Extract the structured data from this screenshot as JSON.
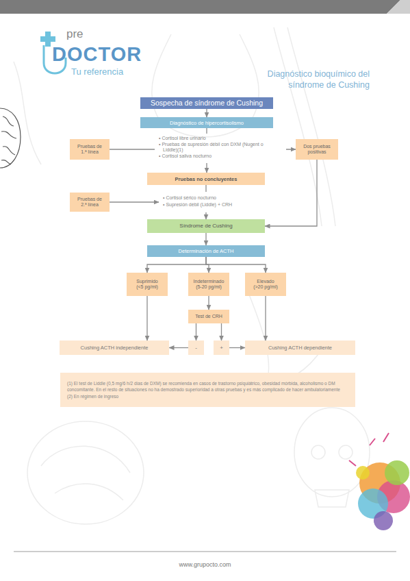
{
  "diagram": {
    "title": "Diagnóstico bioquímico del síndrome de Cushing",
    "nodes": [
      {
        "text": [
          "Sospecha de síndrome de Cushing"
        ]
      },
      {
        "text": [
          "Diagnóstico de hipercortisolismo"
        ]
      },
      {
        "text": [
          "Pruebas de 1.ª línea"
        ]
      },
      {
        "text": [
          "Dos pruebas positivas"
        ]
      },
      {
        "text": [
          "Pruebas no concluyentes"
        ]
      },
      {
        "text": [
          "Pruebas de 2.ª línea"
        ]
      },
      {
        "text": [
          "Síndrome de Cushing"
        ]
      },
      {
        "text": [
          "Determinación de ACTH"
        ]
      },
      {
        "text": [
          "Suprimido (<5 pg/ml)"
        ]
      },
      {
        "text": [
          "Indeterminado (5-20 pg/ml)"
        ]
      },
      {
        "text": [
          "Elevado (>20 pg/ml)"
        ]
      },
      {
        "text": [
          "Test de CRH"
        ]
      },
      {
        "text": [
          "Cushing ACTH independiente"
        ]
      },
      {
        "text": [
          "-"
        ]
      },
      {
        "text": [
          "+"
        ]
      },
      {
        "text": [
          "Cushing ACTH dependiente"
        ]
      },
      {
        "text": [
          "(1) El test de Liddle (0,5 mg/6 h/2 días de DXM) se recomienda en casos de trastorno psiquiátrico, obesidad mórbida, alcoholismo o DM concomitante. En el resto de situaciones no ha demostrado superioridad a otras pruebas y es más complicado de hacer ambulatoriamente",
          "(2) En régimen de ingreso"
        ]
      }
    ],
    "edges": [
      {
        "from": 0,
        "to": 1,
        "arrow": "to"
      },
      {
        "from": 1,
        "to": 4,
        "arrow": "to"
      },
      {
        "from": 2,
        "to": 3,
        "arrow": "to"
      },
      {
        "from": 4,
        "to": 6,
        "arrow": "to"
      },
      {
        "from": 3,
        "to": 6,
        "arrow": "to"
      },
      {
        "from": 6,
        "to": 7,
        "arrow": "to"
      },
      {
        "from": 7,
        "to": 8,
        "arrow": "to"
      },
      {
        "from": 7,
        "to": 9,
        "arrow": "to"
      },
      {
        "from": 7,
        "to": 10,
        "arrow": "to"
      },
      {
        "from": 8,
        "to": 12,
        "arrow": "to"
      },
      {
        "from": 9,
        "to": 11,
        "arrow": "to"
      },
      {
        "from": 11,
        "to": 13,
        "arrow": "to"
      },
      {
        "from": 11,
        "to": 14,
        "arrow": "to"
      },
      {
        "from": 13,
        "to": 12,
        "arrow": "to"
      },
      {
        "from": 14,
        "to": 15,
        "arrow": "to"
      },
      {
        "from": 10,
        "to": 15,
        "arrow": "to"
      }
    ],
    "labels": [
      "pre",
      "DOCTOR",
      "Tu referencia",
      "• Cortisol libre urinario",
      "• Pruebas de supresión débil con DXM (Nugent o Liddle)(1)",
      "• Cortisol saliva nocturno",
      "• Cortisol sérico nocturno",
      "• Supresión débil (Liddle) + CRH",
      "www.grupocto.com"
    ]
  }
}
